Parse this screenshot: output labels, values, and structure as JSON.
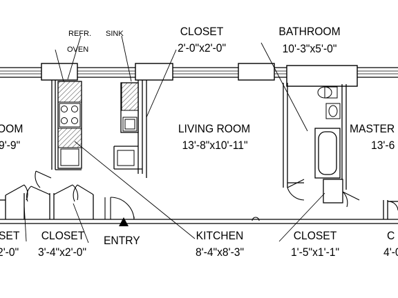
{
  "rooms": {
    "bedroom_left": {
      "name": "OOM",
      "dims": "9'-9\""
    },
    "closet_top": {
      "name": "CLOSET",
      "dims": "2'-0\"x2'-0\""
    },
    "bathroom": {
      "name": "BATHROOM",
      "dims": "10'-3\"x5'-0\""
    },
    "living_room": {
      "name": "LIVING ROOM",
      "dims": "13'-8\"x10'-11\""
    },
    "master_bedroom": {
      "name": "MASTER",
      "dims": "13'-6"
    },
    "kitchen": {
      "name": "KITCHEN",
      "dims": "8'-4\"x8'-3\""
    },
    "closet_entry": {
      "name": "CLOSET",
      "dims": "3'-4\"x2'-0\""
    },
    "closet_far_left": {
      "name": "SET",
      "dims": "2'-0\""
    },
    "closet_bath": {
      "name": "CLOSET",
      "dims": "1'-5\"x1'-1\""
    },
    "closet_right": {
      "name": "C",
      "dims": "4'-0"
    }
  },
  "fixtures": {
    "refrigerator": "REFR.",
    "oven": "OVEN",
    "sink": "SINK"
  },
  "entry": {
    "label": "ENTRY"
  },
  "colors": {
    "line": "#000000",
    "background": "#ffffff"
  }
}
